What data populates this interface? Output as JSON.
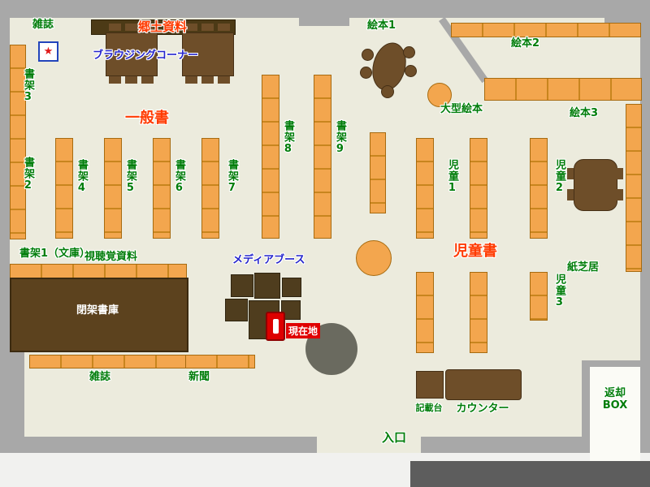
{
  "labels": {
    "magazines_top": "雑誌",
    "local_materials": "郷土資料",
    "browsing_corner": "ブラウジングコーナー",
    "shelf3": "書架3",
    "shelf2": "書架2",
    "general_books": "一般書",
    "shelf4": "書架4",
    "shelf5": "書架5",
    "shelf6": "書架6",
    "shelf7": "書架7",
    "shelf8": "書架8",
    "shelf9": "書架9",
    "picture_books1": "絵本1",
    "picture_books2": "絵本2",
    "large_picture_books": "大型絵本",
    "picture_books3": "絵本3",
    "children1": "児童1",
    "children2": "児童2",
    "children3": "児童3",
    "children_books": "児童書",
    "kamishibai": "紙芝居",
    "shelf1_bunko": "書架1（文庫）",
    "audiovisual": "視聴覚資料",
    "media_booth": "メディアブース",
    "closed_stacks": "閉架書庫",
    "current_location": "現在地",
    "magazines_bottom": "雑誌",
    "newspapers": "新聞",
    "writing_desk": "記載台",
    "counter": "カウンター",
    "return_box_l1": "返却",
    "return_box_l2": "BOX",
    "entrance": "入口"
  },
  "icons": {
    "star": "★"
  },
  "colors": {
    "floor": "#ecebdd",
    "wall": "#a8a8a8",
    "shelf_orange": "#f3a64e",
    "table_brown": "#6e4e29",
    "closed_stacks_brown": "#5c421e",
    "label_green": "#007d0a",
    "label_red": "#ff3a00",
    "label_blue": "#2424cc",
    "marker_red": "#e00000",
    "outside_dark": "#5d5d5d"
  }
}
